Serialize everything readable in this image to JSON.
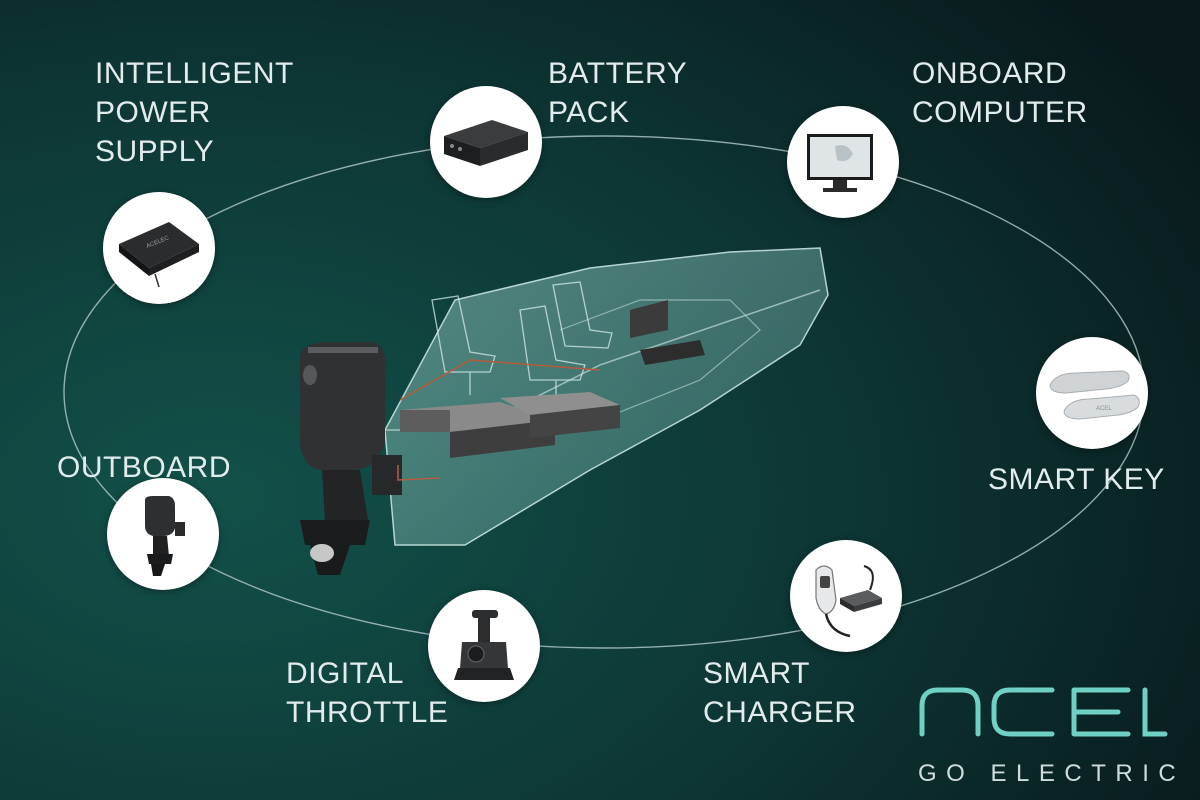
{
  "components": {
    "power_supply": {
      "line1": "INTELLIGENT",
      "line2": "POWER",
      "line3": "SUPPLY",
      "icon": "power-supply-icon"
    },
    "battery_pack": {
      "line1": "BATTERY",
      "line2": "PACK",
      "icon": "battery-pack-icon"
    },
    "onboard_computer": {
      "line1": "ONBOARD",
      "line2": "COMPUTER",
      "icon": "monitor-icon"
    },
    "smart_key": {
      "line1": "SMART KEY",
      "icon": "smart-key-icon"
    },
    "smart_charger": {
      "line1": "SMART",
      "line2": "CHARGER",
      "icon": "charger-icon"
    },
    "digital_throttle": {
      "line1": "DIGITAL",
      "line2": "THROTTLE",
      "icon": "throttle-icon"
    },
    "outboard": {
      "line1": "OUTBOARD",
      "icon": "outboard-motor-icon"
    }
  },
  "brand": {
    "logo_text": "ACEL",
    "tagline": "GO ELECTRIC",
    "logo_color": "#6fd0c4"
  },
  "colors": {
    "background_dark": "#0a1f22",
    "background_teal": "#104a45",
    "ring": "#a9c3c2",
    "hull": "#7fb8b3"
  }
}
